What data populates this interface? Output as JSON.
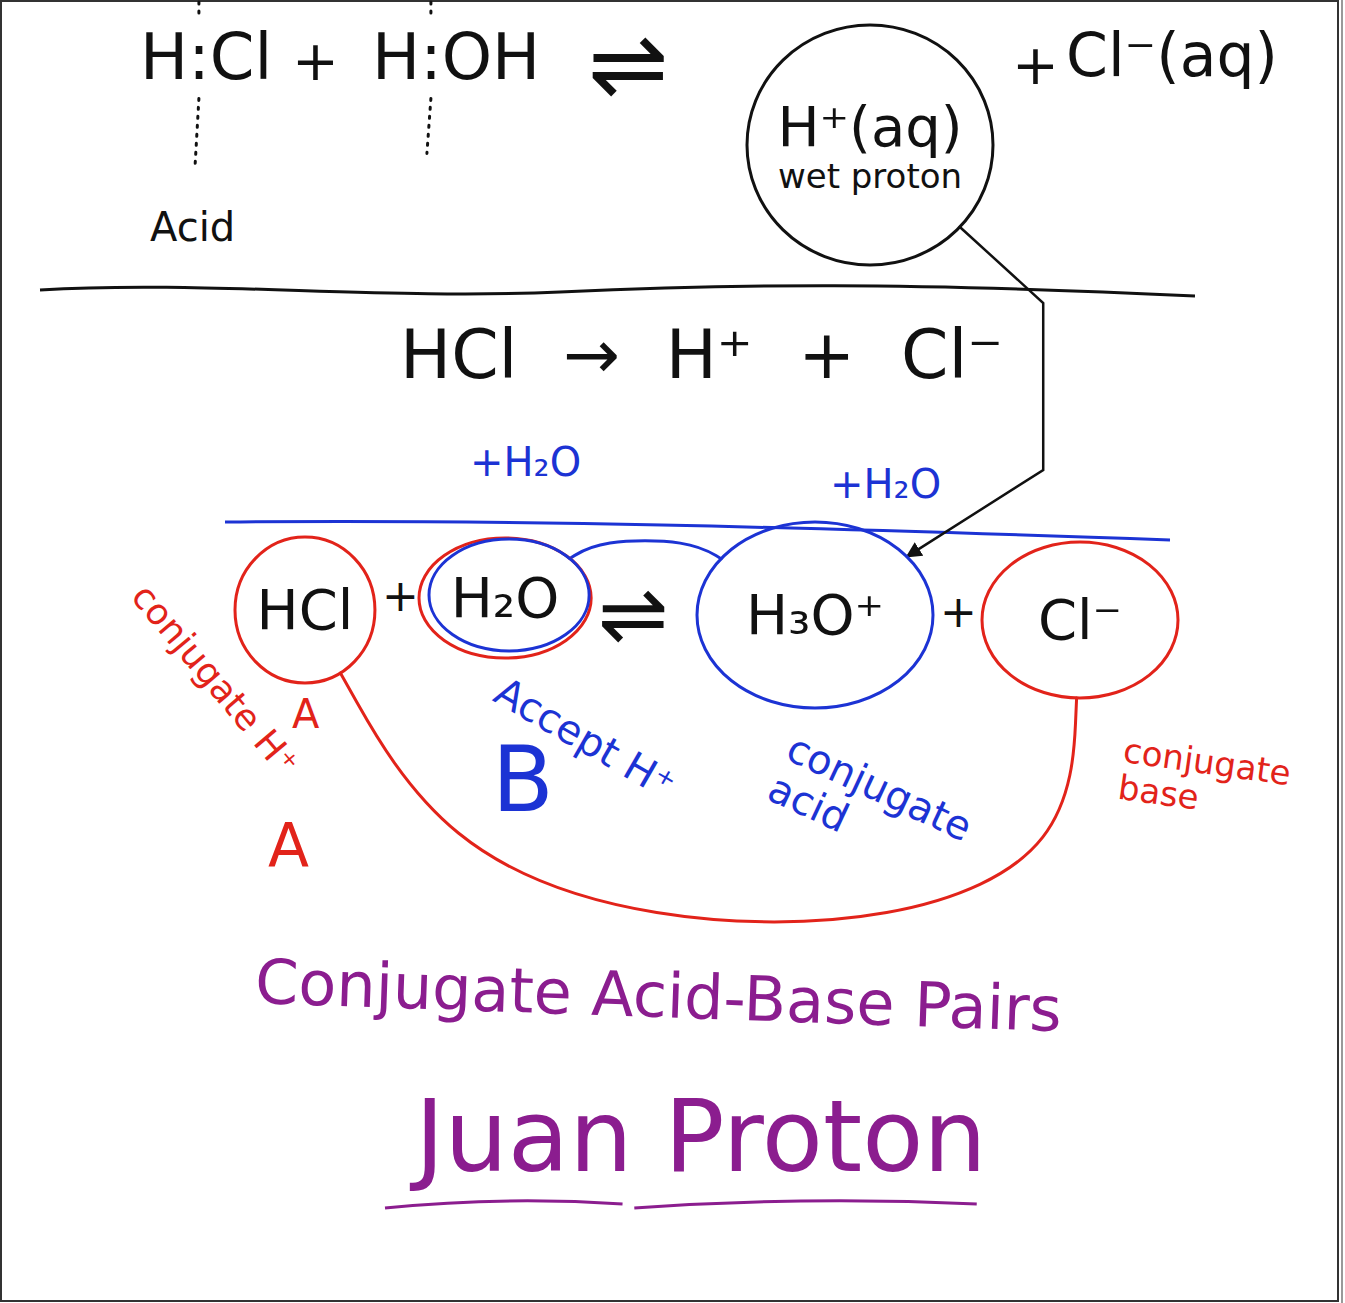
{
  "diagram": {
    "nodes": [
      {
        "text": [
          "H⁺(aq)",
          "wet proton"
        ]
      },
      {
        "text": [
          "HCl"
        ]
      },
      {
        "text": [
          "H₂O"
        ]
      },
      {
        "text": [
          "H₃O⁺"
        ]
      },
      {
        "text": [
          "Cl⁻"
        ]
      }
    ],
    "edges": [
      {
        "from": 0,
        "to": 3,
        "arrow": "to"
      },
      {
        "from": 2,
        "to": 3,
        "arrow": "none"
      },
      {
        "from": 4,
        "to": 1,
        "arrow": "none"
      }
    ],
    "labels": [
      "H:Cl",
      "+",
      "H:OH",
      "⇌",
      "+",
      "Cl⁻(aq)",
      "Acid",
      "HCl → H⁺ + Cl⁻",
      "+H₂O",
      "+H₂O",
      "+",
      "⇌",
      "+",
      "conjugate H⁺",
      "A",
      "A",
      "Accept H⁺",
      "B",
      "conjugate acid",
      "conjugate base",
      "Conjugate Acid-Base Pairs",
      "Juan Proton"
    ]
  }
}
